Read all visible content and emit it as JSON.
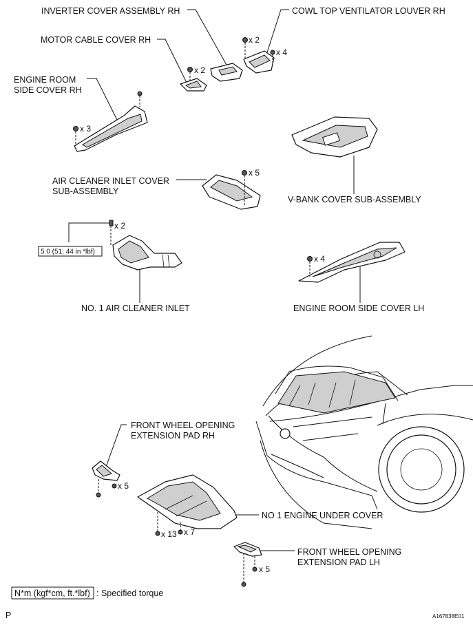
{
  "labels": {
    "inverter_cover": "INVERTER COVER ASSEMBLY RH",
    "cowl_louver": "COWL TOP VENTILATOR LOUVER RH",
    "motor_cable_cover": "MOTOR CABLE COVER RH",
    "engine_room_side_rh_1": "ENGINE ROOM",
    "engine_room_side_rh_2": "SIDE COVER RH",
    "air_cleaner_inlet_cover_1": "AIR CLEANER INLET COVER",
    "air_cleaner_inlet_cover_2": "SUB-ASSEMBLY",
    "vbank_cover": "V-BANK COVER SUB-ASSEMBLY",
    "air_cleaner_inlet": "NO. 1 AIR CLEANER INLET",
    "engine_room_side_lh": "ENGINE ROOM SIDE COVER LH",
    "fwo_pad_rh_1": "FRONT WHEEL OPENING",
    "fwo_pad_rh_2": "EXTENSION PAD RH",
    "engine_under_cover": "NO  1 ENGINE UNDER COVER",
    "fwo_pad_lh_1": "FRONT WHEEL OPENING",
    "fwo_pad_lh_2": "EXTENSION PAD LH"
  },
  "counts": {
    "cowl_clips": "x 2",
    "cowl_bolts": "x 4",
    "motor_cable": "x 2",
    "side_rh": "x 3",
    "inlet_cover": "x 5",
    "air_inlet": "x 2",
    "side_lh": "x 4",
    "pad_rh": "x 5",
    "under_13": "x 13",
    "under_7": "x 7",
    "pad_lh": "x 5"
  },
  "torque": {
    "value": "5 0 (51, 44 in *lbf)"
  },
  "legend": {
    "box": "N*m (kgf*cm, ft.*lbf)",
    "text": ": Specified torque"
  },
  "footer": {
    "left": "P",
    "code": "A167838E01"
  }
}
